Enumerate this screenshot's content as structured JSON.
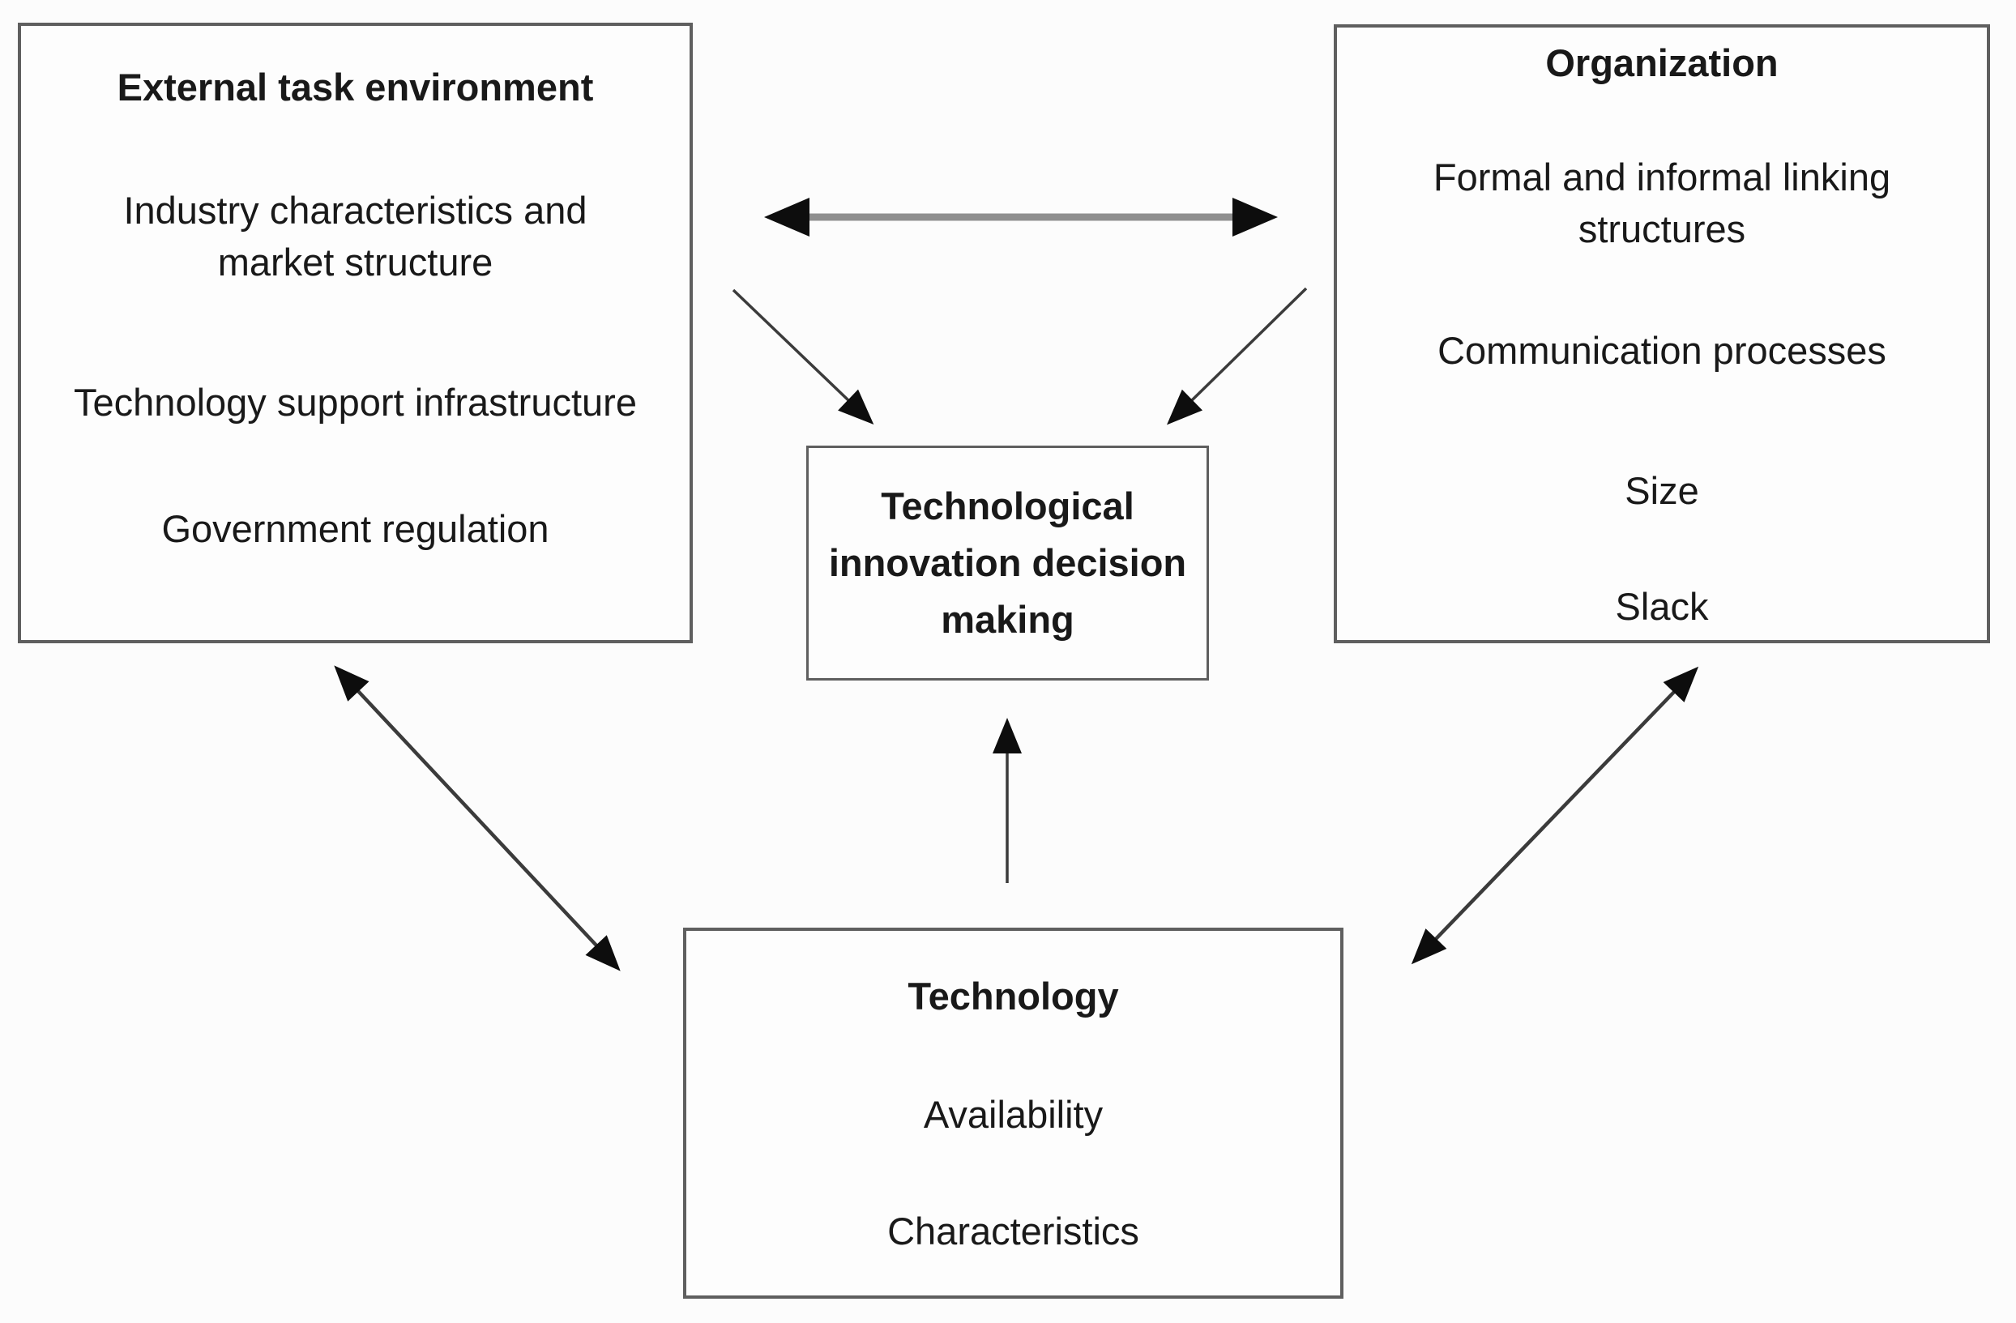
{
  "colors": {
    "background": "#fcfcfc",
    "box_fill": "#fdfdfd",
    "text": "#191919",
    "border": "#5f5f5f",
    "arrow": "#3b3b3b",
    "arrowhead": "#0d0d0d",
    "thick_arrow": "#8f8f8f"
  },
  "boxes": {
    "external": {
      "title": "External task environment",
      "items": [
        "Industry characteristics and market structure",
        "Technology support infrastructure",
        "Government regulation"
      ]
    },
    "organization": {
      "title": "Organization",
      "items": [
        "Formal and informal linking structures",
        "Communication processes",
        "Size",
        "Slack"
      ]
    },
    "decision": {
      "title": "Technological innovation decision making"
    },
    "technology": {
      "title": "Technology",
      "items": [
        "Availability",
        "Characteristics"
      ]
    }
  }
}
